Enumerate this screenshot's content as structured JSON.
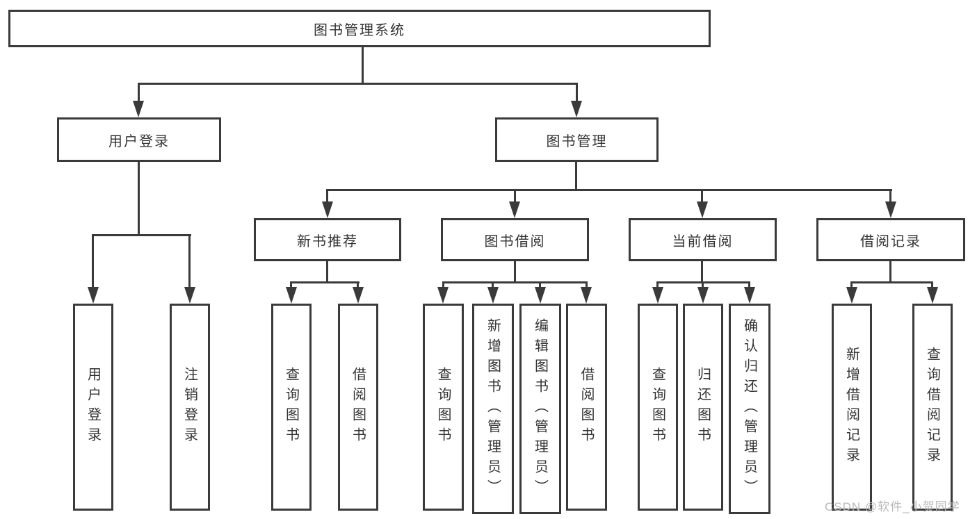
{
  "colors": {
    "line": "#3a3a3a",
    "box_border": "#3a3a3a",
    "text": "#333333",
    "watermark": "#b8b8b8",
    "background": "#ffffff"
  },
  "tree": {
    "root": {
      "label": "图书管理系统"
    },
    "branches": [
      {
        "label": "用户登录",
        "children": [
          {
            "label": "用户登录"
          },
          {
            "label": "注销登录"
          }
        ]
      },
      {
        "label": "图书管理",
        "children": [
          {
            "label": "新书推荐",
            "children": [
              {
                "label": "查询图书"
              },
              {
                "label": "借阅图书"
              }
            ]
          },
          {
            "label": "图书借阅",
            "children": [
              {
                "label": "查询图书"
              },
              {
                "label": "新增图书（管理员）"
              },
              {
                "label": "编辑图书（管理员）"
              },
              {
                "label": "借阅图书"
              }
            ]
          },
          {
            "label": "当前借阅",
            "children": [
              {
                "label": "查询图书"
              },
              {
                "label": "归还图书"
              },
              {
                "label": "确认归还（管理员）"
              }
            ]
          },
          {
            "label": "借阅记录",
            "children": [
              {
                "label": "新增借阅记录"
              },
              {
                "label": "查询借阅记录"
              }
            ]
          }
        ]
      }
    ]
  },
  "watermark": {
    "text": "CSDN @软件_小贺同学"
  }
}
